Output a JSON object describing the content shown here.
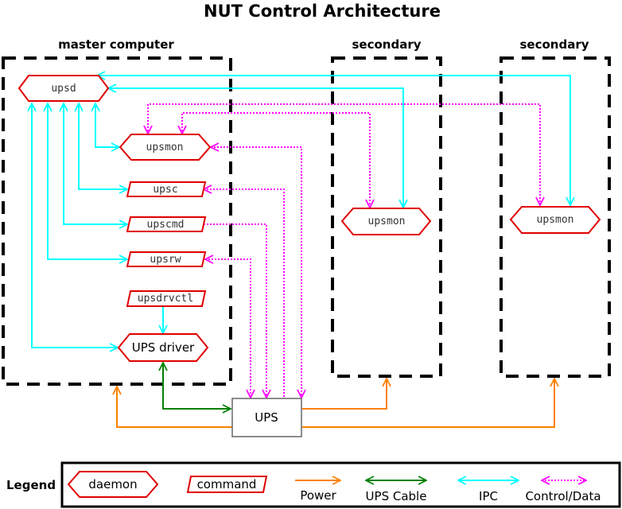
{
  "title": "NUT Control Architecture",
  "groups": {
    "master": "master computer",
    "secondary_1": "secondary",
    "secondary_2": "secondary"
  },
  "nodes": {
    "upsd": "upsd",
    "upsmon_master": "upsmon",
    "upsc": "upsc",
    "upscmd": "upscmd",
    "upsrw": "upsrw",
    "upsdrvctl": "upsdrvctl",
    "ups_driver": "UPS driver",
    "ups": "UPS",
    "upsmon_secondary_1": "upsmon",
    "upsmon_secondary_2": "upsmon"
  },
  "legend": {
    "title": "Legend",
    "daemon": "daemon",
    "command": "command",
    "power": "Power",
    "ups_cable": "UPS Cable",
    "ipc": "IPC",
    "control_data": "Control/Data"
  },
  "colors": {
    "node_outline": "#e00000",
    "ipc": "#00ffff",
    "control_data": "#ff00ff",
    "power": "#ff8000",
    "ups_cable": "#008000"
  }
}
